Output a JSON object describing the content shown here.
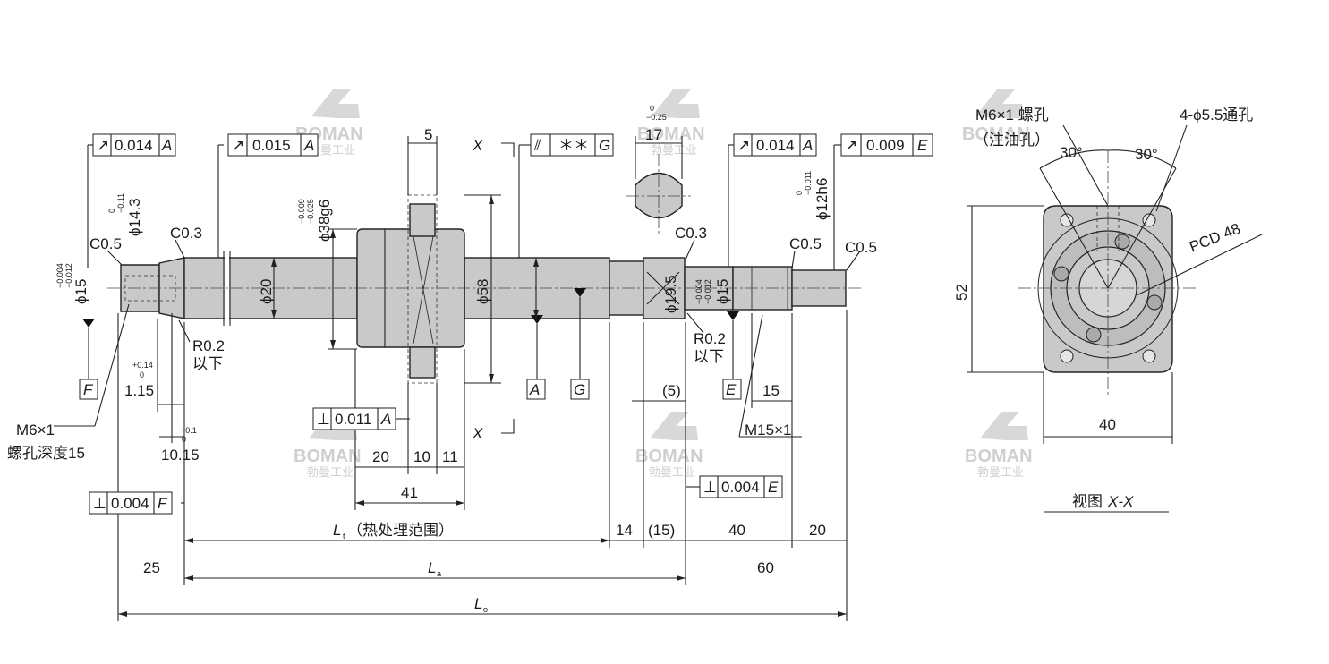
{
  "watermark": {
    "brand": "BOMAN",
    "chinese": "勃曼工业"
  },
  "tolerance_frames": {
    "f1": {
      "symbol": "↗",
      "value": "0.014",
      "datum": "A"
    },
    "f2": {
      "symbol": "↗",
      "value": "0.015",
      "datum": "A"
    },
    "f3": {
      "symbol": "⫽",
      "value": "＊＊",
      "datum": "G"
    },
    "f4": {
      "symbol": "↗",
      "value": "0.014",
      "datum": "A"
    },
    "f5": {
      "symbol": "↗",
      "value": "0.009",
      "datum": "E"
    },
    "f6": {
      "symbol": "⊥",
      "value": "0.011",
      "datum": "A"
    },
    "f7": {
      "symbol": "⊥",
      "value": "0.004",
      "datum": "F"
    },
    "f8": {
      "symbol": "⊥",
      "value": "0.004",
      "datum": "E"
    }
  },
  "datums": {
    "F": "F",
    "A": "A",
    "G": "G",
    "E": "E"
  },
  "labels": {
    "c05_left": "C0.5",
    "c03_left": "C0.3",
    "c03_right": "C0.3",
    "c05_right": "C0.5",
    "c05_end": "C0.5",
    "phi15_left": "ϕ15",
    "phi15_left_tol_up": "−0.004",
    "phi15_left_tol_dn": "−0.012",
    "phi143": "ϕ14.3",
    "phi143_tol_up": "0",
    "phi143_tol_dn": "−0.11",
    "phi20": "ϕ20",
    "phi38": "ϕ38g6",
    "phi38_tol_up": "−0.009",
    "phi38_tol_dn": "−0.025",
    "phi58": "ϕ58",
    "phi195": "ϕ19.5",
    "phi15_right": "ϕ15",
    "phi15_right_tol_up": "−0.004",
    "phi15_right_tol_dn": "−0.012",
    "phi12": "ϕ12h6",
    "phi12_tol_up": "0",
    "phi12_tol_dn": "−0.011",
    "dim5": "5",
    "dim17": "17",
    "dim17_tol_up": "0",
    "dim17_tol_dn": "−0.25",
    "r02_left": "R0.2",
    "r02_right": "R0.2",
    "yixia_left": "以下",
    "yixia_right": "以下",
    "dim115": "1.15",
    "dim115_tol_up": "+0.14",
    "dim115_tol_dn": "0",
    "dim1015": "10.15",
    "dim1015_tol_up": "+0.1",
    "dim1015_tol_dn": "0",
    "m6_label": "M6×1",
    "m6_depth": "螺孔深度15",
    "m15": "M15×1",
    "dim15": "15",
    "dim5paren": "(5)",
    "dim20": "20",
    "dim10": "10",
    "dim11": "11",
    "dim41": "41",
    "lt_main": "L",
    "lt_sub": "t",
    "lt_note": "（热处理范围）",
    "dim14": "14",
    "dim15paren": "(15)",
    "dim40": "40",
    "dim20b": "20",
    "dim25": "25",
    "la_main": "L",
    "la_sub": "a",
    "dim60": "60",
    "lo_main": "L",
    "lo_sub": "o",
    "section_x_top": "X",
    "section_x_bottom": "X"
  },
  "side_view": {
    "m6_hole": "M6×1 螺孔",
    "oil_hole": "（注油孔）",
    "angle_left": "30°",
    "angle_right": "30°",
    "through_hole": "4-ϕ5.5通孔",
    "pcd": "PCD 48",
    "height": "52",
    "width": "40",
    "view_title": "视图",
    "view_name": "X-X"
  }
}
